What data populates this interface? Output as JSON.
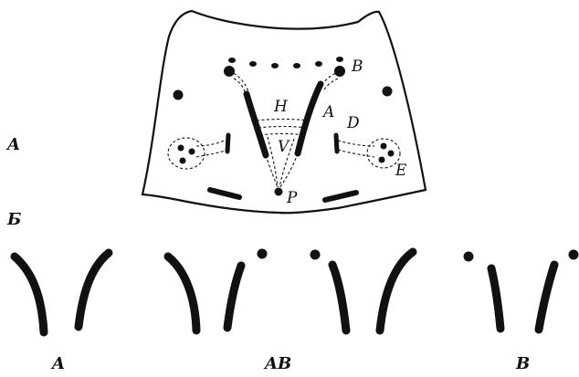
{
  "panel_labels": {
    "a": "A",
    "b": "Б"
  },
  "structure_labels": {
    "b": "B",
    "h": "H",
    "a": "A",
    "d": "D",
    "v": "V",
    "e": "E",
    "p": "P"
  },
  "variant_labels": [
    "A",
    "AB",
    "B"
  ],
  "colors": {
    "ink": "#111111",
    "background": "#ffffff"
  }
}
